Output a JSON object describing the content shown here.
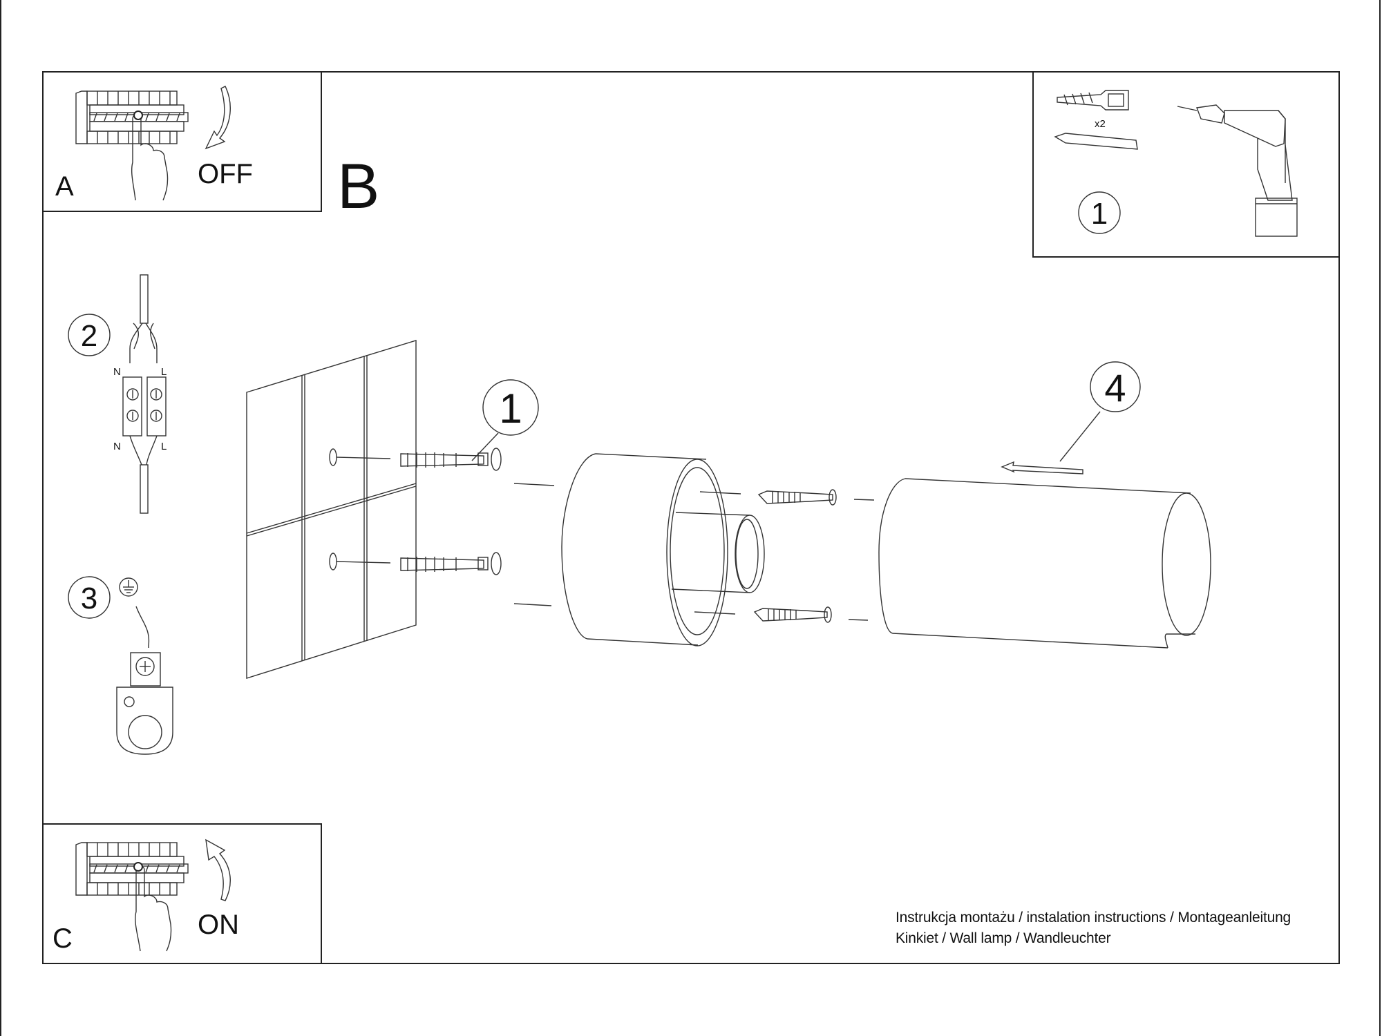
{
  "document": {
    "title": "Instrukcja montażu / instalation instructions / Montageanleitung",
    "subtitle": "Kinkiet / Wall lamp / Wandleuchter"
  },
  "panels": {
    "a": {
      "letter": "A",
      "caption": "OFF"
    },
    "b": {
      "letter": "B"
    },
    "c": {
      "letter": "C",
      "caption": "ON"
    },
    "tools": {
      "step": "1",
      "quantity": "x2"
    }
  },
  "steps": {
    "wiring": {
      "step": "2",
      "terminal_labels": [
        "N",
        "L",
        "N",
        "L"
      ]
    },
    "ground": {
      "step": "3"
    },
    "anchors": {
      "step": "1"
    },
    "cover": {
      "step": "4"
    }
  },
  "colors": {
    "line": "#222222",
    "background": "#ffffff"
  }
}
